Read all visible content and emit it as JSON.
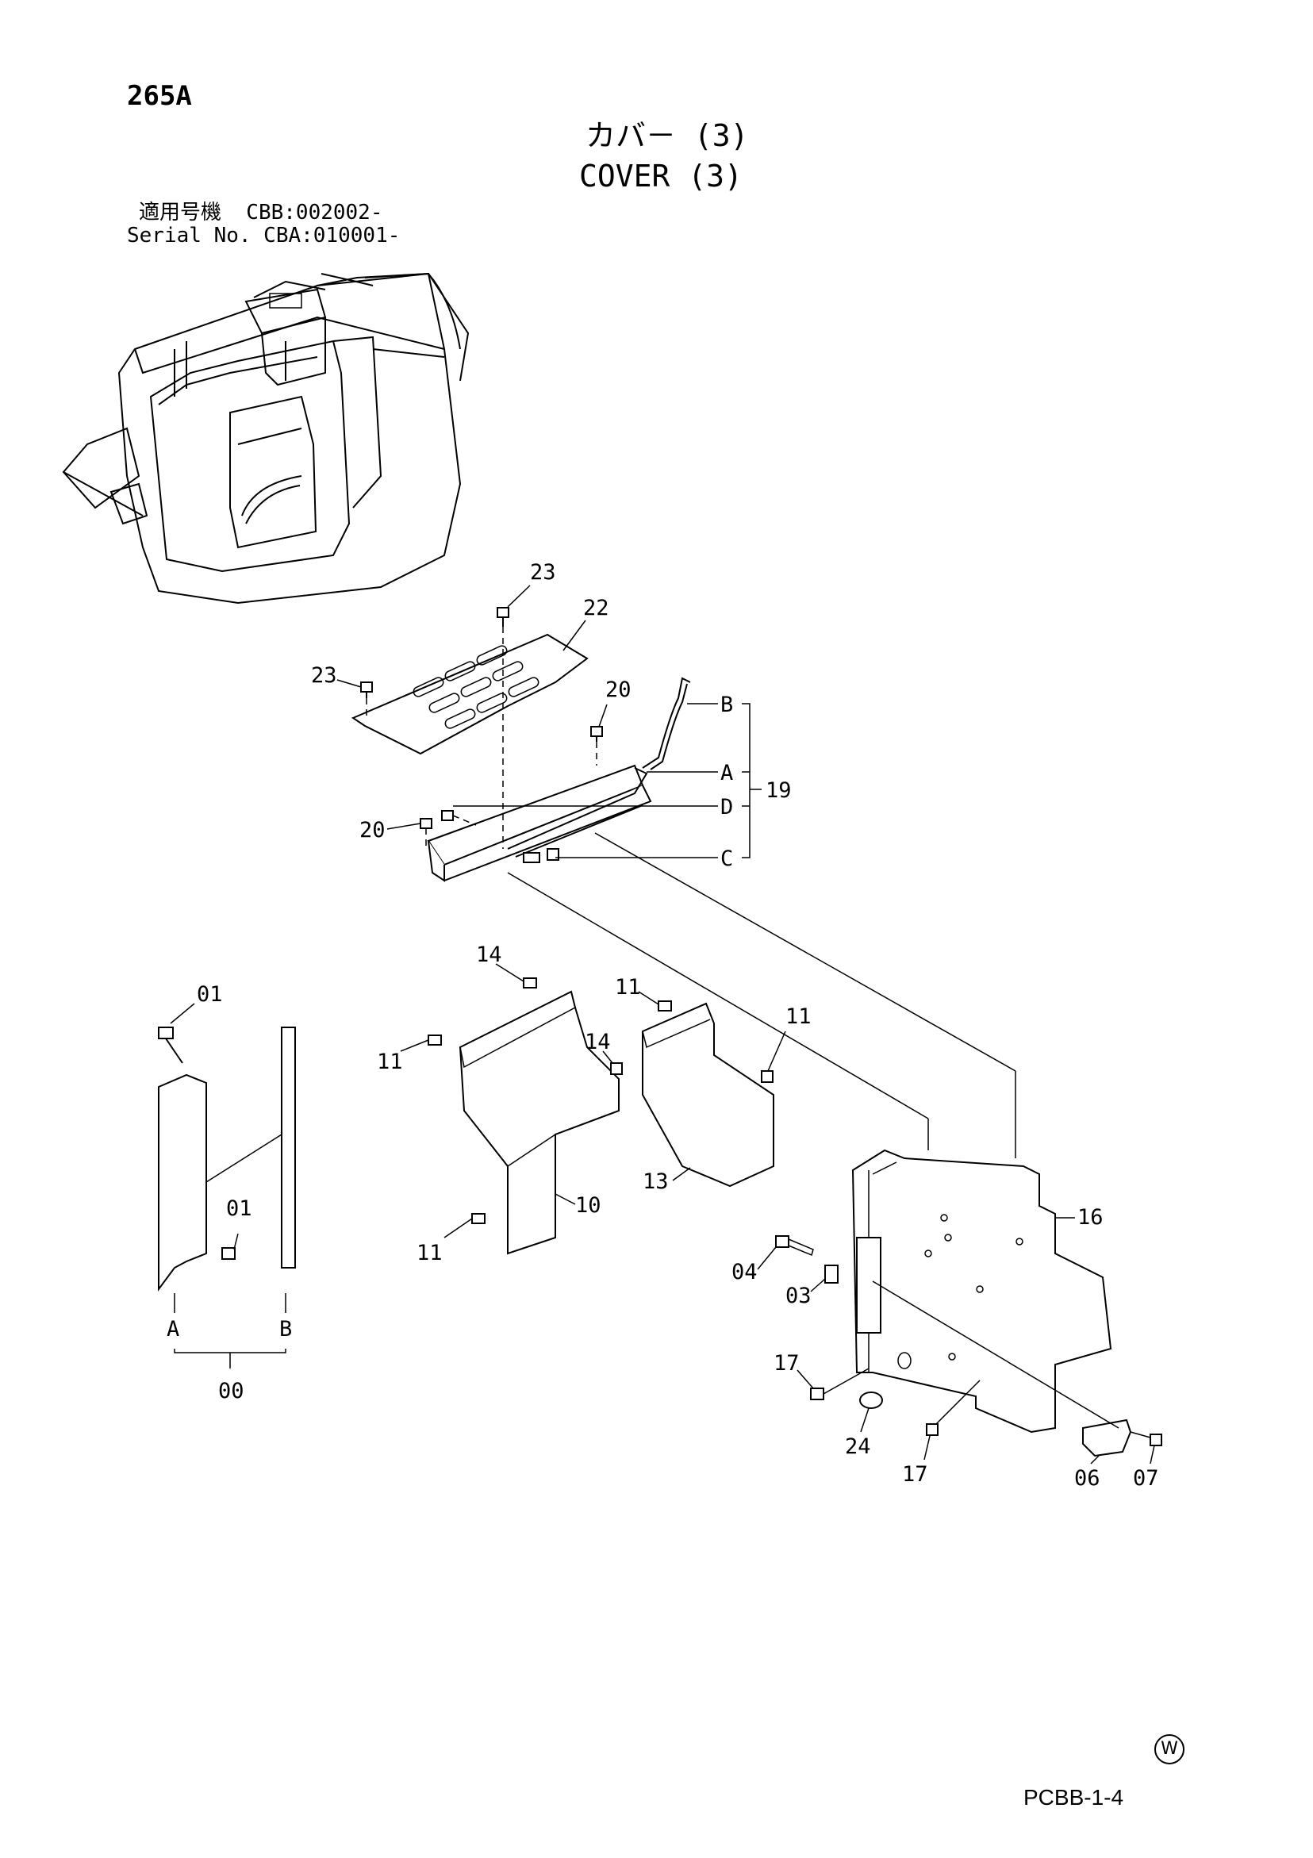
{
  "header": {
    "page_number": "265A",
    "title_jp": "カバ－ (3)",
    "title_en": "COVER (3)",
    "serial_jp": "適用号機  CBB:002002-",
    "serial_en": "Serial No. CBA:010001-"
  },
  "callouts": {
    "c23a": "23",
    "c22": "22",
    "c23b": "23",
    "c20a": "20",
    "cB1": "B",
    "cA1": "A",
    "c19": "19",
    "cD": "D",
    "c20b": "20",
    "cC": "C",
    "c14a": "14",
    "c11a": "11",
    "c11b": "11",
    "c01a": "01",
    "c14b": "14",
    "c11c": "11",
    "c11d": "11",
    "c13": "13",
    "c16": "16",
    "c10": "10",
    "c01b": "01",
    "c04": "04",
    "c03": "03",
    "cA2": "A",
    "cB2": "B",
    "c00": "00",
    "c17a": "17",
    "c24": "24",
    "c17b": "17",
    "c06": "06",
    "c07": "07"
  },
  "footer": {
    "mark": "W",
    "page_code": "PCBB-1-4"
  }
}
